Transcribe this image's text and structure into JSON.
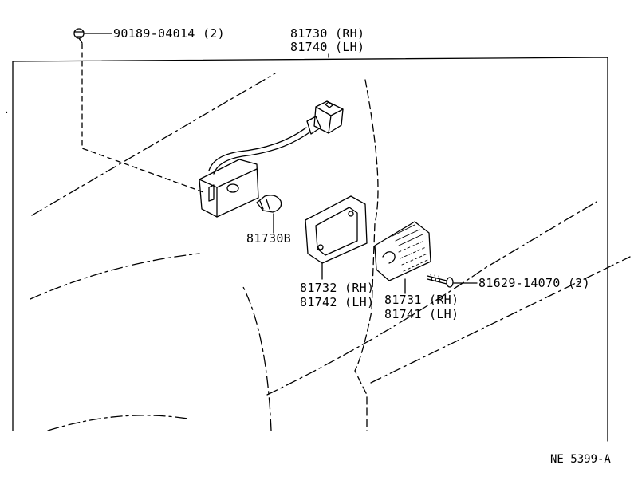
{
  "callouts": {
    "clip": "90189-04014 (2)",
    "assy_rh": "81730 (RH)",
    "assy_lh": "81740 (LH)",
    "bulb": "81730B",
    "gasket_rh": "81732 (RH)",
    "gasket_lh": "81742 (LH)",
    "lens_rh": "81731 (RH)",
    "lens_lh": "81741 (LH)",
    "screw": "81629-14070 (2)"
  },
  "figure_ref": "NE 5399-A"
}
